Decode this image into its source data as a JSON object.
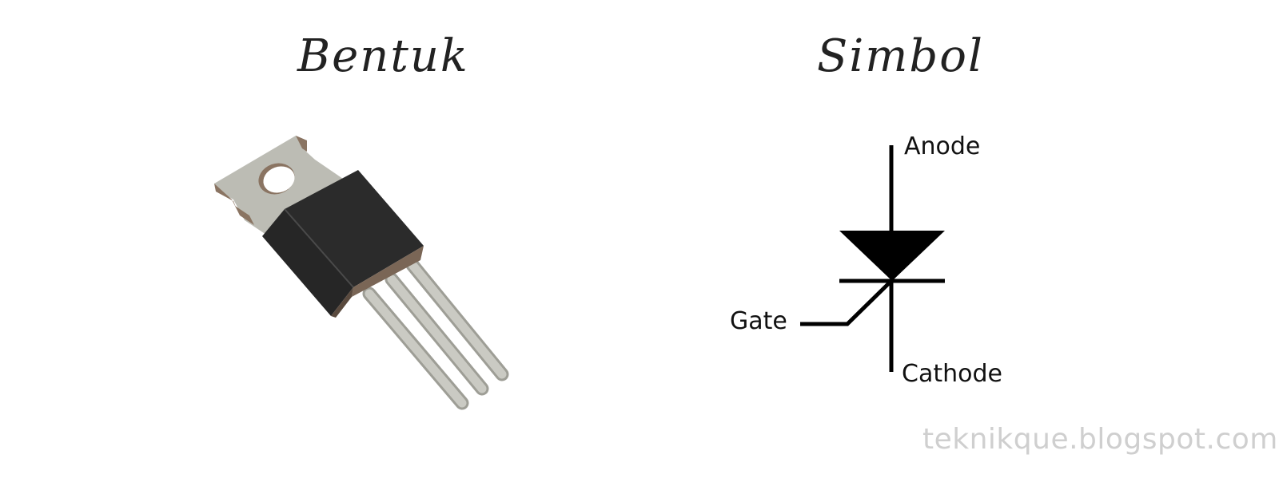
{
  "titles": {
    "left": "Bentuk",
    "right": "Simbol"
  },
  "symbol": {
    "labels": {
      "anode": "Anode",
      "gate": "Gate",
      "cathode": "Cathode"
    }
  },
  "watermark": "teknikque.blogspot.com",
  "colors": {
    "package_body": "#2b2b2b",
    "tab_metal": "#bcbcb4",
    "lead_metal": "#c9c9c2",
    "solder": "#8a7462",
    "symbol_stroke": "#000000",
    "watermark": "#cfcfcf"
  },
  "icons": {
    "component": "thyristor-to220-icon",
    "schematic": "scr-symbol-icon"
  }
}
